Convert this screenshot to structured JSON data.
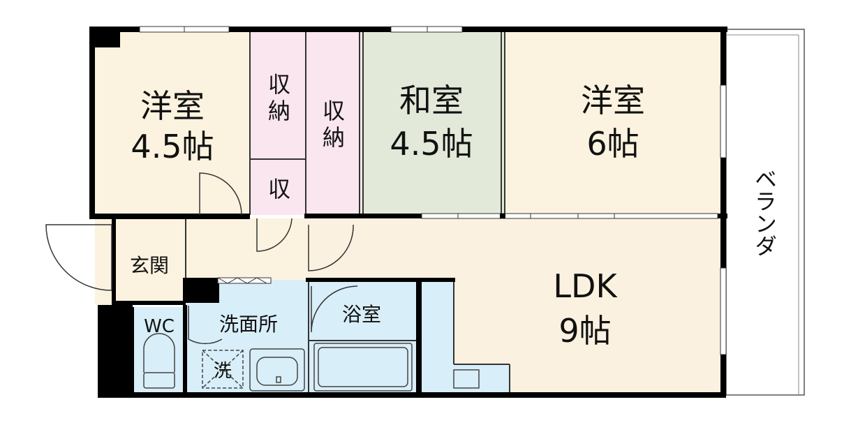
{
  "rooms": {
    "western_small": {
      "name": "洋室",
      "size": "4.5帖"
    },
    "storage_1": {
      "line1": "収",
      "line2": "納"
    },
    "storage_2": {
      "line1": "収",
      "line2": "納"
    },
    "storage_small": {
      "name": "収"
    },
    "japanese": {
      "name": "和室",
      "size": "4.5帖"
    },
    "western_large": {
      "name": "洋室",
      "size": "6帖"
    },
    "entrance": {
      "name": "玄関"
    },
    "ldk": {
      "name": "LDK",
      "size": "9帖"
    },
    "washroom": {
      "name": "洗面所"
    },
    "bath": {
      "name": "浴室"
    },
    "wc": {
      "name": "WC"
    },
    "washer": {
      "name": "洗"
    }
  },
  "balcony": {
    "label": "ベランダ"
  },
  "colors": {
    "western": "#fbf3df",
    "storage": "#fae6ef",
    "japanese": "#e3e9d9",
    "corridor": "#fbf1e0",
    "wet": "#d8eef8",
    "wall": "#000000"
  }
}
